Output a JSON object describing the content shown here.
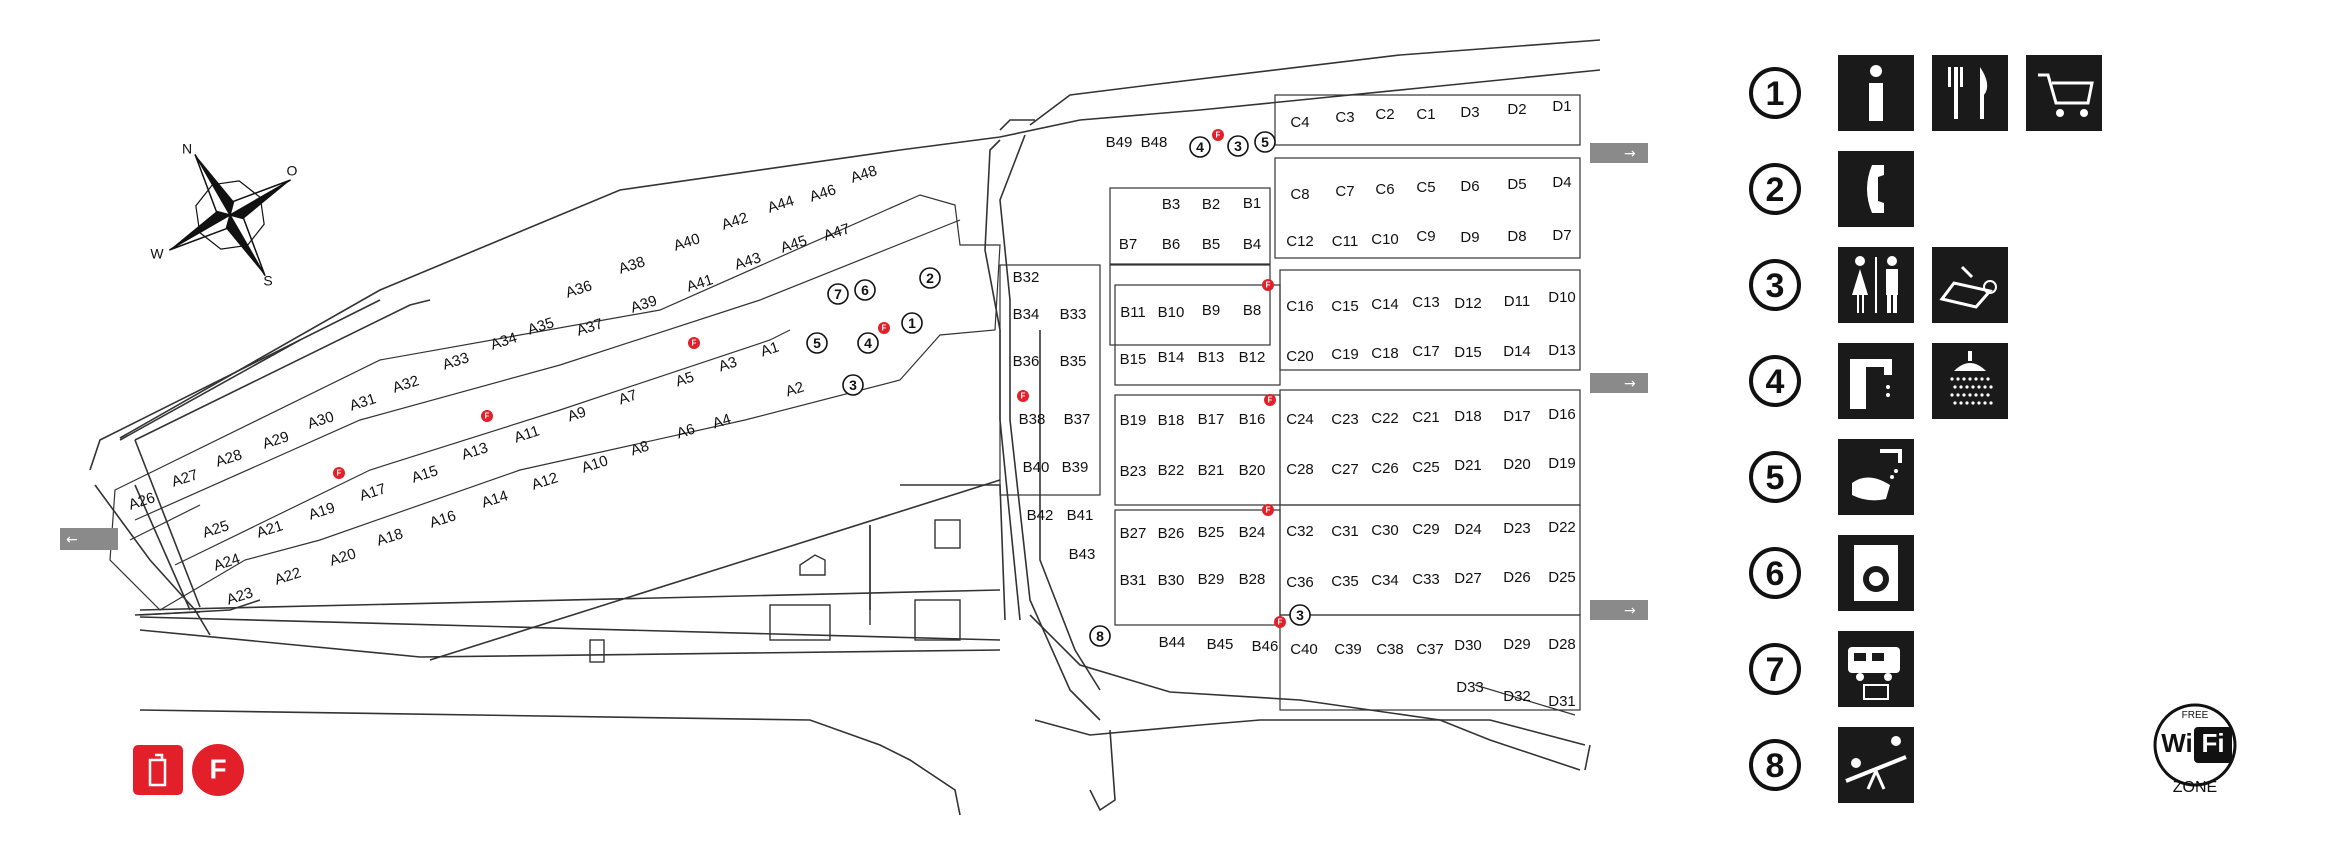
{
  "compass": {
    "n": "N",
    "o": "O",
    "s": "S",
    "w": "W"
  },
  "fire_marker": "F",
  "exits": {
    "arrow_left": "←",
    "arrow_right": "→"
  },
  "facilities": [
    {
      "num": "1",
      "icons": [
        "info-icon",
        "restaurant-icon",
        "shopping-cart-icon"
      ]
    },
    {
      "num": "2",
      "icons": [
        "telephone-icon"
      ]
    },
    {
      "num": "3",
      "icons": [
        "toilets-icon",
        "dishwashing-icon"
      ]
    },
    {
      "num": "4",
      "icons": [
        "sink-icon",
        "shower-icon"
      ]
    },
    {
      "num": "5",
      "icons": [
        "wash-hands-icon"
      ]
    },
    {
      "num": "6",
      "icons": [
        "washing-machine-icon"
      ]
    },
    {
      "num": "7",
      "icons": [
        "camper-service-icon"
      ]
    },
    {
      "num": "8",
      "icons": [
        "playground-icon"
      ]
    }
  ],
  "wifi": {
    "free": "FREE",
    "wi": "Wi",
    "fi": "Fi",
    "zone": "ZONE"
  },
  "map_numbers": {
    "n1": "1",
    "n2": "2",
    "n3": "3",
    "n4": "4",
    "n5": "5",
    "n6": "6",
    "n7": "7",
    "n8": "8"
  },
  "plots": {
    "A": [
      "A1",
      "A2",
      "A3",
      "A4",
      "A5",
      "A6",
      "A7",
      "A8",
      "A9",
      "A10",
      "A11",
      "A12",
      "A13",
      "A14",
      "A15",
      "A16",
      "A17",
      "A18",
      "A19",
      "A20",
      "A21",
      "A22",
      "A23",
      "A24",
      "A25",
      "A26",
      "A27",
      "A28",
      "A29",
      "A30",
      "A31",
      "A32",
      "A33",
      "A34",
      "A35",
      "A36",
      "A37",
      "A38",
      "A39",
      "A40",
      "A41",
      "A42",
      "A43",
      "A44",
      "A45",
      "A46",
      "A47",
      "A48"
    ],
    "B": [
      "B1",
      "B2",
      "B3",
      "B4",
      "B5",
      "B6",
      "B7",
      "B8",
      "B9",
      "B10",
      "B11",
      "B12",
      "B13",
      "B14",
      "B15",
      "B16",
      "B17",
      "B18",
      "B19",
      "B20",
      "B21",
      "B22",
      "B23",
      "B24",
      "B25",
      "B26",
      "B27",
      "B28",
      "B29",
      "B30",
      "B31",
      "B32",
      "B33",
      "B34",
      "B35",
      "B36",
      "B37",
      "B38",
      "B39",
      "B40",
      "B41",
      "B42",
      "B43",
      "B44",
      "B45",
      "B46",
      "B48",
      "B49"
    ],
    "C": [
      "C1",
      "C2",
      "C3",
      "C4",
      "C5",
      "C6",
      "C7",
      "C8",
      "C9",
      "C10",
      "C11",
      "C12",
      "C13",
      "C14",
      "C15",
      "C16",
      "C17",
      "C18",
      "C19",
      "C20",
      "C21",
      "C22",
      "C23",
      "C24",
      "C25",
      "C26",
      "C27",
      "C28",
      "C29",
      "C30",
      "C31",
      "C32",
      "C33",
      "C34",
      "C35",
      "C36",
      "C37",
      "C38",
      "C39",
      "C40"
    ],
    "D": [
      "D1",
      "D2",
      "D3",
      "D4",
      "D5",
      "D6",
      "D7",
      "D8",
      "D9",
      "D10",
      "D11",
      "D12",
      "D13",
      "D14",
      "D15",
      "D16",
      "D17",
      "D18",
      "D19",
      "D20",
      "D21",
      "D22",
      "D23",
      "D24",
      "D25",
      "D26",
      "D27",
      "D28",
      "D29",
      "D30",
      "D31",
      "D32",
      "D33"
    ]
  },
  "colors": {
    "fire": "#e3202a",
    "icon_bg": "#1a1a1a",
    "exit_bg": "#8a8a8a",
    "line": "#333333"
  }
}
